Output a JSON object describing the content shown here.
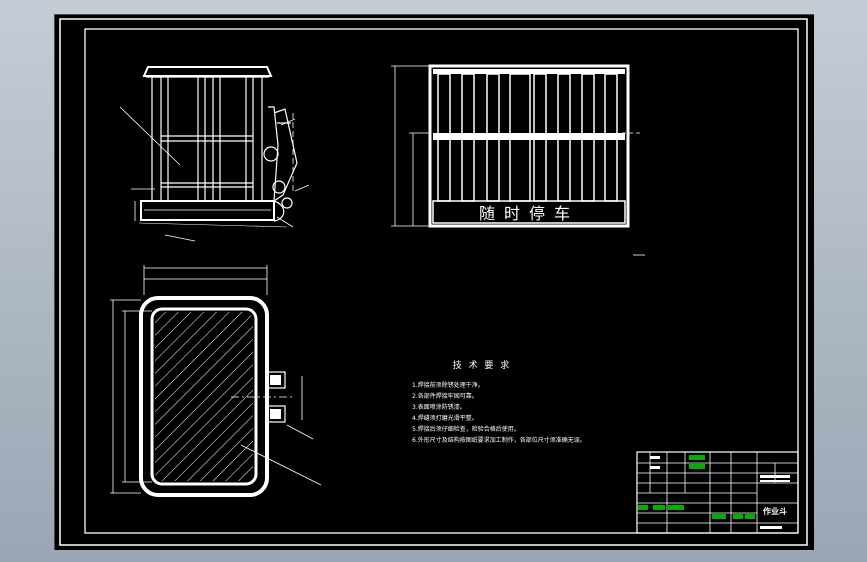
{
  "front_view": {
    "board_text": "随时停车"
  },
  "technical_requirements": {
    "title": "技 术 要 求",
    "items": [
      "1.焊接前须除锈处理干净。",
      "2.各部件焊接牢固可靠。",
      "3.表面喷涂防锈漆。",
      "4.焊缝须打磨光滑平整。",
      "5.焊接后须仔细检查，检验合格后使用。",
      "6.外形尺寸及结构按图纸要求加工制作，各部位尺寸须准确无误。"
    ]
  },
  "title_block": {
    "drawing_title": "作业斗"
  },
  "colors": {
    "background": "#000000",
    "line": "#ffffff",
    "table_fill": "#00b000"
  }
}
